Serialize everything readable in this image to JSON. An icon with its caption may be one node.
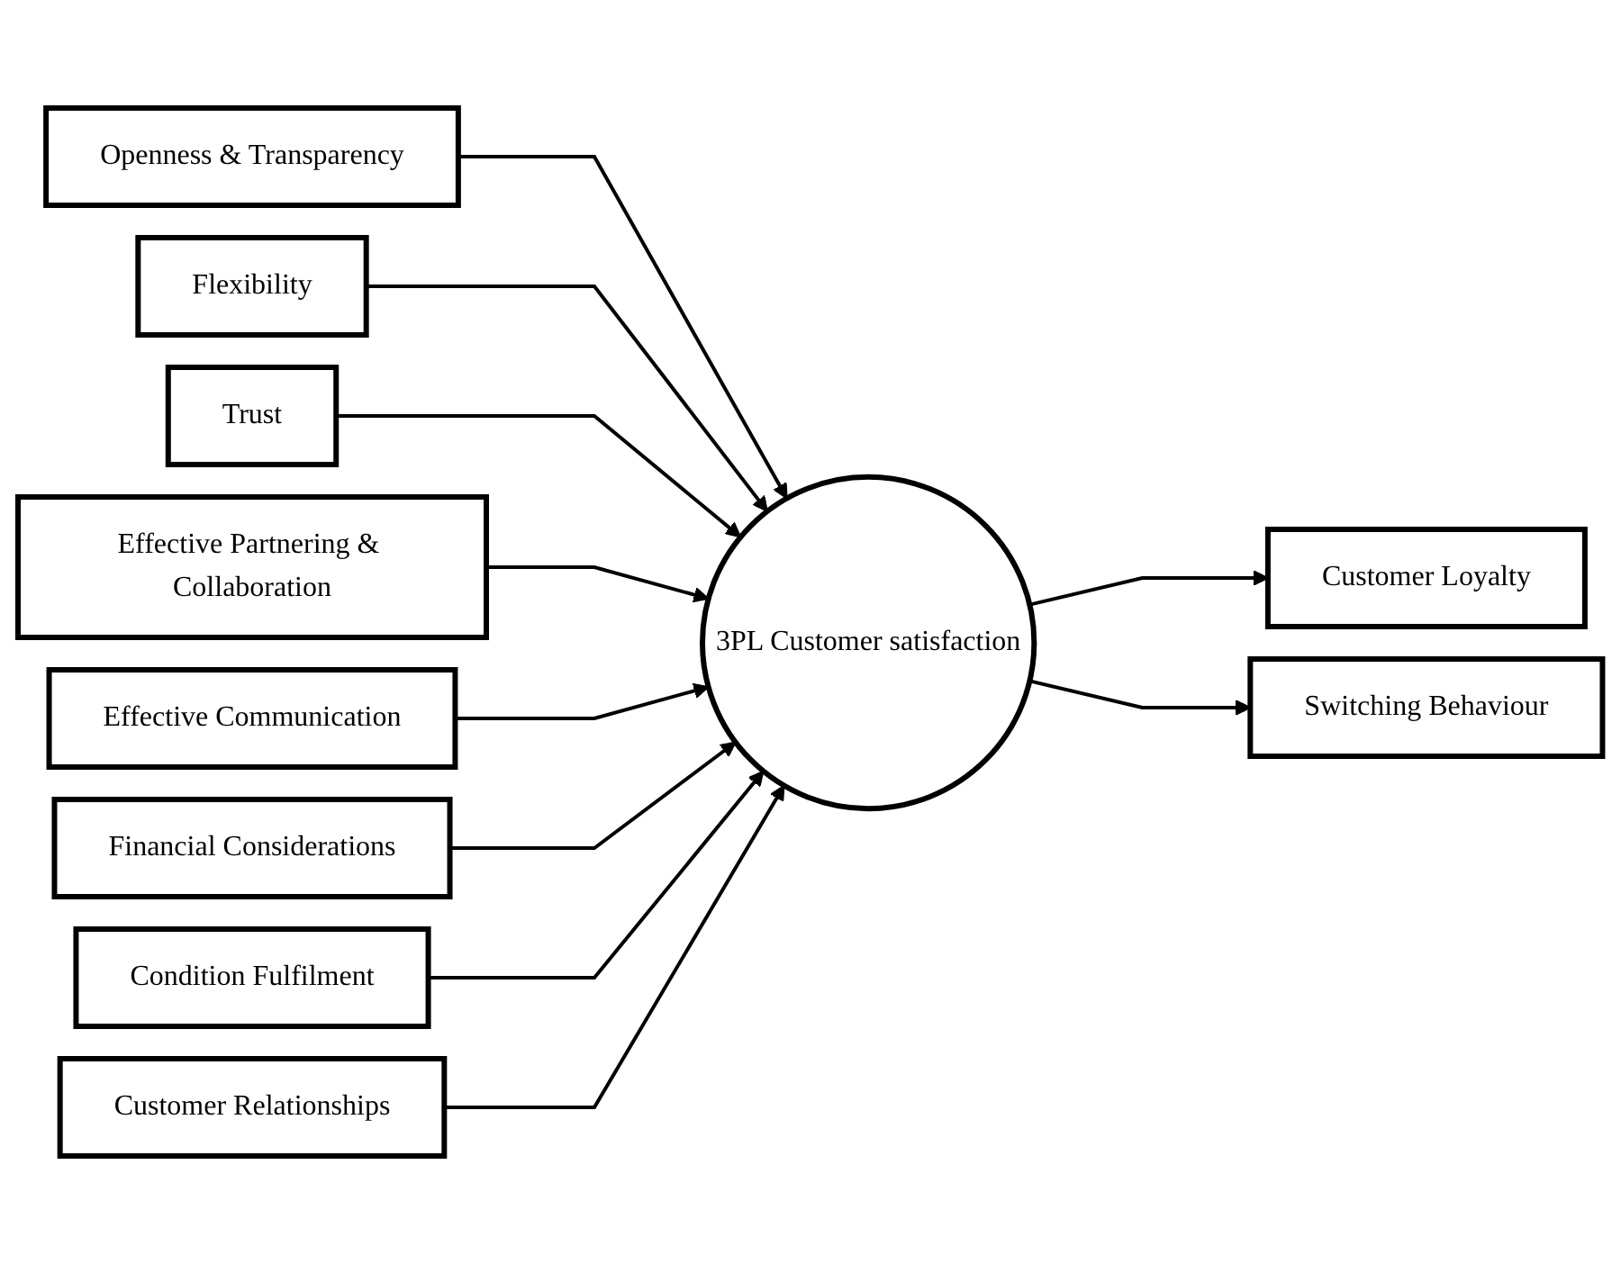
{
  "diagram": {
    "nodes": [
      {
        "text": [
          "Openness & Transparency"
        ]
      },
      {
        "text": [
          "Flexibility"
        ]
      },
      {
        "text": [
          "Trust"
        ]
      },
      {
        "text": [
          "Effective Partnering & Collaboration"
        ]
      },
      {
        "text": [
          "Effective Communication"
        ]
      },
      {
        "text": [
          "Financial Considerations"
        ]
      },
      {
        "text": [
          "Condition Fulfilment"
        ]
      },
      {
        "text": [
          "Customer Relationships"
        ]
      },
      {
        "text": [
          "3PL Customer satisfaction"
        ]
      },
      {
        "text": [
          "Customer Loyalty"
        ]
      },
      {
        "text": [
          "Switching Behaviour"
        ]
      }
    ],
    "edges": [
      {
        "from": 0,
        "to": 8,
        "arrow": "to"
      },
      {
        "from": 1,
        "to": 8,
        "arrow": "to"
      },
      {
        "from": 2,
        "to": 8,
        "arrow": "to"
      },
      {
        "from": 3,
        "to": 8,
        "arrow": "to"
      },
      {
        "from": 4,
        "to": 8,
        "arrow": "to"
      },
      {
        "from": 5,
        "to": 8,
        "arrow": "to"
      },
      {
        "from": 6,
        "to": 8,
        "arrow": "to"
      },
      {
        "from": 7,
        "to": 8,
        "arrow": "to"
      },
      {
        "from": 8,
        "to": 9,
        "arrow": "to"
      },
      {
        "from": 8,
        "to": 10,
        "arrow": "to"
      }
    ]
  }
}
